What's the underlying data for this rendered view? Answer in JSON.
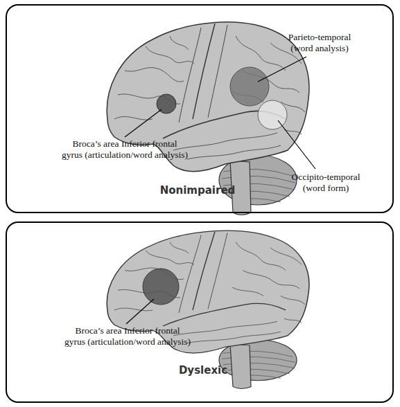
{
  "diagram": {
    "nodes": [
      {
        "text": [
          "Nonimpaired"
        ]
      },
      {
        "text": [
          "Dyslexic"
        ]
      }
    ],
    "labels": [
      "Parieto-temporal (word analysis)",
      "Broca’s area Inferior frontal gyrus (articulation/word analysis)",
      "Occipito-temporal (word form)",
      "Broca’s area Inferior frontal gyrus (articulation/word analysis)"
    ]
  }
}
